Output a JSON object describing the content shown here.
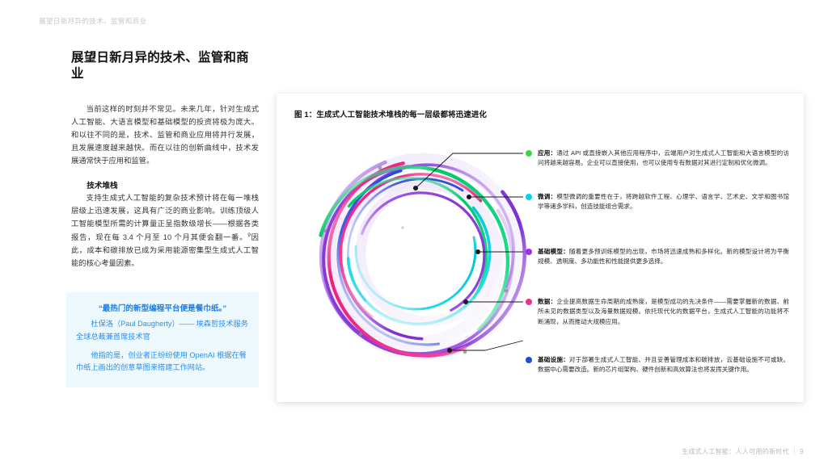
{
  "running_header": "展望日新月异的技术、监管和商业",
  "title": "展望日新月异的技术、监管和商业",
  "left_column": {
    "paragraph_1": "当前这样的时刻并不常见。未来几年，针对生成式人工智能、大语言模型和基础模型的投资将极为庞大。和以往不同的是，技术、监管和商业应用将并行发展，且发展速度越来越快。而在以往的创新曲线中，技术发展通常快于应用和监管。",
    "section_heading": "技术堆栈",
    "paragraph_2_a": "支持生成式人工智能的复杂技术预计将在每一堆栈层级上迅速发展，这具有广泛的商业影响。训练顶级人工智能模型所需的计算量正呈指数级增长——根据各类报告，现在每 3.4 个月至 10 个月其便会翻一番。",
    "paragraph_2_footnote": "9",
    "paragraph_2_b": "因此，成本和碳排放已成为采用能源密集型生成式人工智能的核心考量因素。"
  },
  "quote": {
    "text": "“最热门的新型编程平台便是餐巾纸。”",
    "attribution": "杜保洛（Paul Daugherty）—— 埃森哲技术服务全球总裁兼首席技术官",
    "note": "他指的是，创业者正纷纷使用 OpenAI 根据在餐巾纸上画出的创意草图来搭建工作网站。",
    "bg_color": "#eef9fe",
    "text_color": "#2b8de6"
  },
  "figure": {
    "caption": "图 1：生成式人工智能技术堆栈的每一层级都将迅速进化",
    "graphic_name": "concentric-spiral-rings",
    "ring_colors": [
      "#8b3fd6",
      "#00d9e0",
      "#00c96b",
      "#f0308c",
      "#2b4fd8"
    ],
    "callouts": [
      {
        "id": "application",
        "color": "#3ad64a",
        "label": "应用：",
        "body": "通过 API 或直接嵌入其他应用程序中，云端用户对生成式人工智能和大语言模型的访问将越来越容易。企业可以直接使用，也可以使用专有数据对其进行定制和优化微调。"
      },
      {
        "id": "fine-tuning",
        "color": "#00d4e8",
        "label": "微调：",
        "body": "模型微调的重要性在于，将跨越软件工程、心理学、语言学、艺术史、文学和图书馆学等诸多学科，创造技能组合需求。"
      },
      {
        "id": "foundation-model",
        "color": "#9b30e0",
        "label": "基础模型：",
        "body": "随着更多预训练模型的出现，市场将迅速成熟和多样化。新的模型设计将为平衡规模、透明度、多功能性和性能提供更多选择。"
      },
      {
        "id": "data",
        "color": "#f0308c",
        "label": "数据：",
        "body": "企业提高数据生命周期的成熟度，是模型成功的先决条件——需要掌握新的数据、前所未见的数据类型以及海量数据规模。依托现代化的数据平台，生成式人工智能的功能将不断涌现，从而推动大规模应用。"
      },
      {
        "id": "infrastructure",
        "color": "#1a4fd6",
        "label": "基础设施：",
        "body": "对于部署生成式人工智能、并且妥善管理成本和碳排放，云基础设施不可或缺。数据中心需要改造。新的芯片组架构、硬件创新和高效算法也将发挥关键作用。"
      }
    ]
  },
  "footer": "生成式人工智能：人人可用的新时代 ｜ 9"
}
